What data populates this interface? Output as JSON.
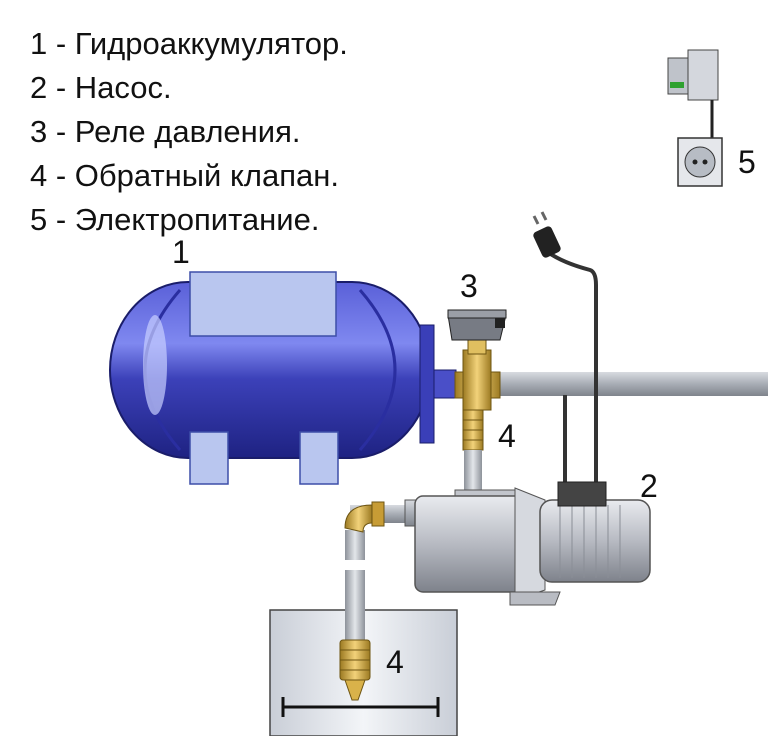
{
  "legend": {
    "items": [
      {
        "number": "1",
        "text": "1 - Гидроаккумулятор."
      },
      {
        "number": "2",
        "text": "2 - Насос."
      },
      {
        "number": "3",
        "text": "3 - Реле давления."
      },
      {
        "number": "4",
        "text": "4 - Обратный клапан."
      },
      {
        "number": "5",
        "text": "5 - Электропитание."
      }
    ]
  },
  "callouts": {
    "accumulator": "1",
    "pump": "2",
    "pressure_switch": "3",
    "check_valve_upper": "4",
    "check_valve_lower": "4",
    "power_supply": "5"
  },
  "colors": {
    "tank": "#3a3fb8",
    "tank_highlight": "#9aa6ff",
    "tank_bracket": "#b9c6ef",
    "pipe": "#a9aeb6",
    "brass": "#d9b24a",
    "motor": "#c7c9cf",
    "pump_body": "#dcdfe6",
    "cable": "#333333",
    "well": "#dfe4ec"
  }
}
